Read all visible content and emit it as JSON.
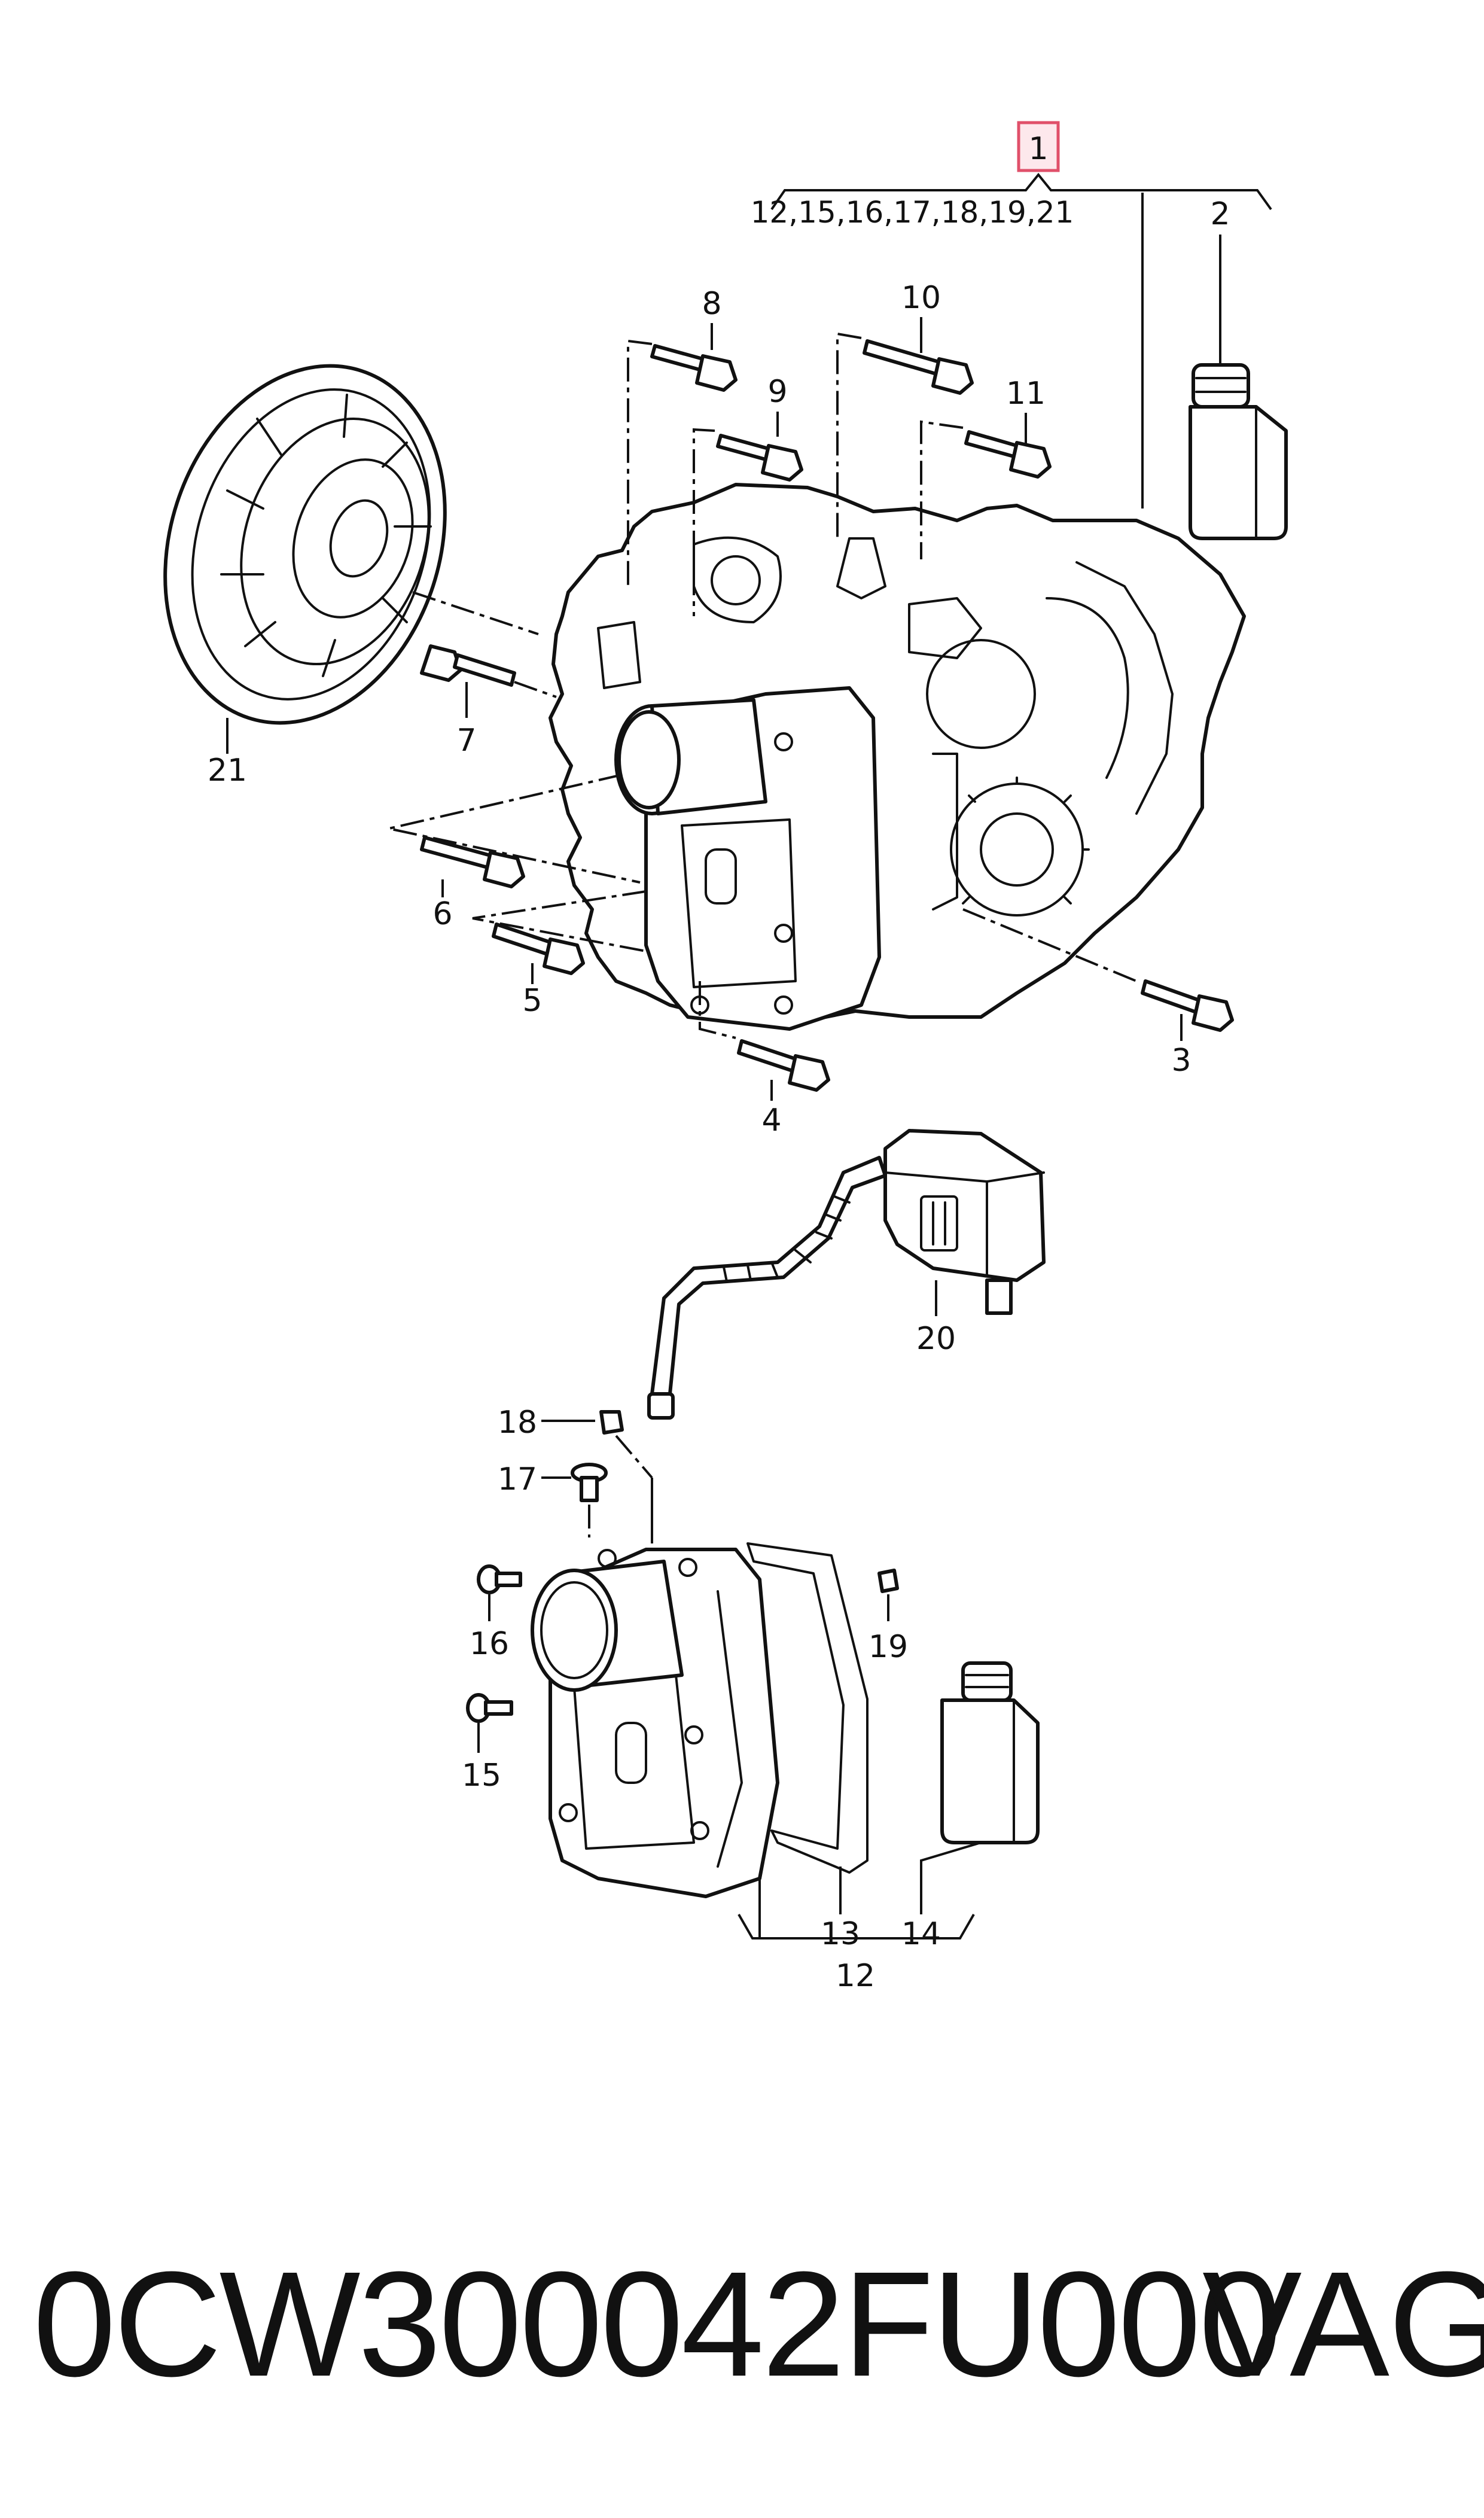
{
  "diagram": {
    "callouts": {
      "c1": "1",
      "c1_group": "12,15,16,17,18,19,21",
      "c2": "2",
      "c3": "3",
      "c4": "4",
      "c5": "5",
      "c6": "6",
      "c7": "7",
      "c8": "8",
      "c9": "9",
      "c10": "10",
      "c11": "11",
      "c12": "12",
      "c13": "13",
      "c14": "14",
      "c15": "15",
      "c16": "16",
      "c17": "17",
      "c18": "18",
      "c19": "19",
      "c20": "20",
      "c21": "21"
    },
    "highlight_color": "#e0506a"
  },
  "footer": {
    "part_number": "0CW300042FU000",
    "brand": "VAG"
  }
}
